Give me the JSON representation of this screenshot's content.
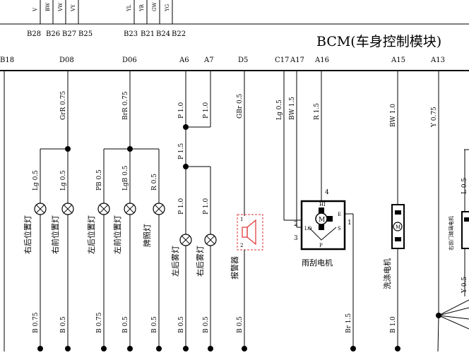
{
  "module": {
    "title": "BCM(车身控制模块)"
  },
  "top_wire_labels": [
    "V",
    "BW",
    "VW",
    "VY",
    "YL",
    "YR",
    "GW",
    "YG"
  ],
  "connector_pins_upper": [
    "B28",
    "B26",
    "B27",
    "B25",
    "B23",
    "B21",
    "B24",
    "B22"
  ],
  "module_pins": [
    "B18",
    "D08",
    "D06",
    "A6",
    "A7",
    "D5",
    "C17",
    "A17",
    "A16",
    "A15",
    "A13"
  ],
  "wire_labels": {
    "d08": "GrR 0.75",
    "d06": "BrR 0.75",
    "a6_top": "P 1.0",
    "a7_top": "P 1.0",
    "a6_mid": "P 1.5",
    "d5": "GBr 0.5",
    "c17": "Lg 0.5",
    "a17": "BW 1.5",
    "a16": "R 1.5",
    "a15": "BW 1.0",
    "a13": "Y 0.75",
    "lamp1": "Lg 0.5",
    "lamp2": "Lg 0.5",
    "lamp3": "PB 0.5",
    "lamp4": "LgB 0.5",
    "lamp5": "R 0.5",
    "fog1": "P 1.0",
    "fog2": "P 1.0",
    "right_edge": "L 0.5",
    "right_edge_lower": "Y 0.5",
    "gnd1": "B 0.75",
    "gnd2": "B 0.5",
    "gnd3": "B 0.75",
    "gnd4": "B 0.5",
    "gnd5": "B 0.5",
    "gnd6": "B 0.5",
    "gnd7": "B 0.5",
    "gnd8": "B 0.5",
    "gnd9": "Br 1.5",
    "gnd10": "B 1.0"
  },
  "components": {
    "lamp1": "右后位置灯",
    "lamp2": "右前位置灯",
    "lamp3": "左后位置灯",
    "lamp4": "左前位置灯",
    "lamp5": "牌照灯",
    "fog1": "左后雾灯",
    "fog2": "右后雾灯",
    "alarm": "报警器",
    "wiper": "雨刮电机",
    "washer": "洗涤电机",
    "right_motor": "右前门玻璃电机"
  },
  "wiper_pins": {
    "p1": "1",
    "p2": "2",
    "p3": "3",
    "p4": "4"
  },
  "wiper_terminals": {
    "hi": "HI",
    "lo": "LO",
    "e": "E",
    "s": "S",
    "p": "P"
  },
  "alarm_pins": {
    "p1": "1",
    "p2": "2"
  },
  "motor_symbol": "M"
}
